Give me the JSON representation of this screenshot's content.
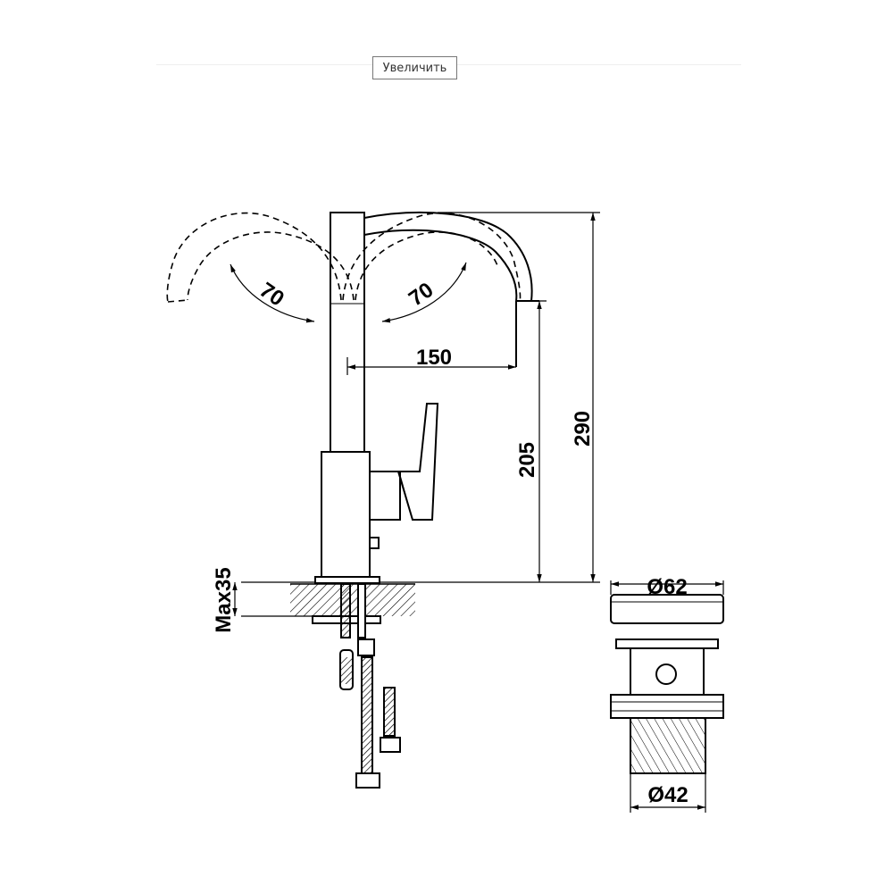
{
  "toolbar": {
    "zoom_label": "Увеличить"
  },
  "dimensions": {
    "swivel_left": "70",
    "swivel_right": "70",
    "spout_reach": "150",
    "spout_height": "205",
    "total_height": "290",
    "max_thickness": "Max35",
    "drain_top_diameter": "Ø62",
    "drain_bottom_diameter": "Ø42"
  }
}
